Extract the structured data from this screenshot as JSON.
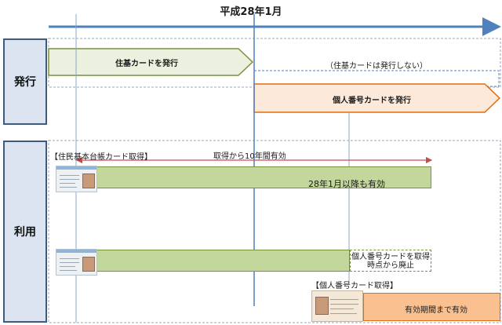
{
  "timeline": {
    "title": "平成28年1月"
  },
  "rows": {
    "issue": {
      "label": "発行"
    },
    "use": {
      "label": "利用"
    }
  },
  "issue": {
    "juki_card_issue": "住基カードを発行",
    "juki_card_not_issued": "（住基カードは発行しない）",
    "mynumber_card_issue": "個人番号カードを発行"
  },
  "use": {
    "juki_acquired_header": "【住民基本台帳カード取得】",
    "valid_10_years": "取得から10年間有効",
    "valid_after_jan28": "28年1月以降も有効",
    "abolished_line1": "個人番号カードを取得",
    "abolished_line2": "時点から廃止",
    "mynumber_acquired_header": "【個人番号カード取得】",
    "valid_until_expiry": "有効期間まで有効"
  },
  "colors": {
    "timeline_arrow": "#4f81bd",
    "green_fill": "#c3d69b",
    "green_border": "#77933c",
    "orange_fill": "#fac090",
    "orange_border": "#e46c0a",
    "row_label_fill": "#dbe4f0",
    "row_label_border": "#3d5a80",
    "period_arrow": "#c0504d"
  }
}
